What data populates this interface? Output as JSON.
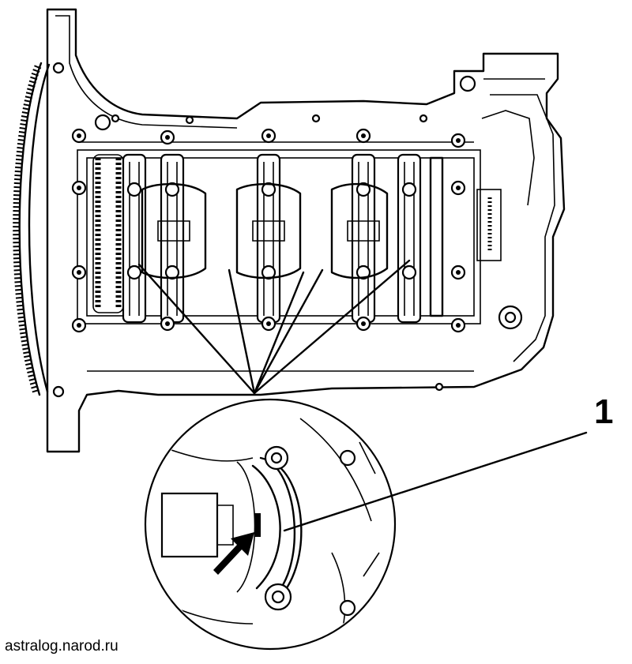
{
  "callout": {
    "label": "1"
  },
  "watermark": {
    "text": "astralog.narod.ru"
  },
  "diagram": {
    "bearing_caps": 5,
    "pointer_lines_to_inset": 5,
    "inset_arrow_icon": "arrow-icon"
  }
}
